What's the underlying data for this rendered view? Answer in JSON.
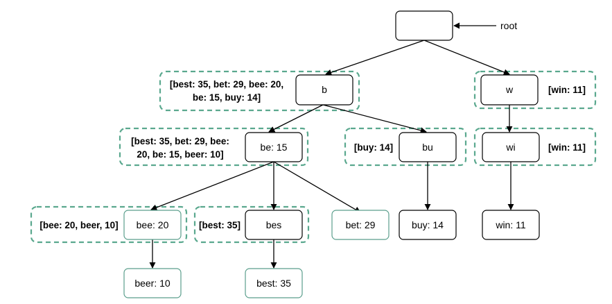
{
  "root_label": "root",
  "nodes": {
    "root": "",
    "b": "b",
    "w": "w",
    "be": "be: 15",
    "bu": "bu",
    "wi": "wi",
    "bee": "bee: 20",
    "bes": "bes",
    "bet": "bet: 29",
    "buy": "buy: 14",
    "win": "win: 11",
    "beer": "beer: 10",
    "best": "best: 35"
  },
  "cache": {
    "b": [
      "[best: 35, bet: 29, bee: 20,",
      "be: 15, buy: 14]"
    ],
    "be": [
      "[best: 35, bet: 29, bee:",
      "20, be: 15, beer: 10]"
    ],
    "bu": [
      "[buy: 14]"
    ],
    "w": [
      "[win: 11]"
    ],
    "wi": [
      "[win: 11]"
    ],
    "bee": [
      "[bee: 20, beer, 10]"
    ],
    "bes": [
      "[best: 35]"
    ]
  },
  "colors": {
    "group_border": "#5aa88e",
    "leaf_border": "#5a9e8c",
    "node_border": "#000000"
  }
}
